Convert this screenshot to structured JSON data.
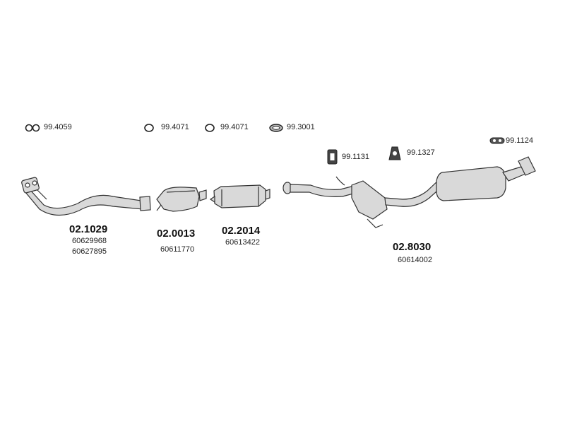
{
  "accessories": [
    {
      "code": "99.4059"
    },
    {
      "code": "99.4071"
    },
    {
      "code": "99.4071"
    },
    {
      "code": "99.3001"
    },
    {
      "code": "99.1131"
    },
    {
      "code": "99.1327"
    },
    {
      "code": "99.1124"
    }
  ],
  "parts": [
    {
      "code": "02.1029",
      "oem": [
        "60629968",
        "60627895"
      ]
    },
    {
      "code": "02.0013",
      "oem": [
        "60611770"
      ]
    },
    {
      "code": "02.2014",
      "oem": [
        "60613422"
      ]
    },
    {
      "code": "02.8030",
      "oem": [
        "60614002"
      ]
    }
  ],
  "colors": {
    "part_fill": "#d9d9d9",
    "part_stroke": "#333333"
  }
}
